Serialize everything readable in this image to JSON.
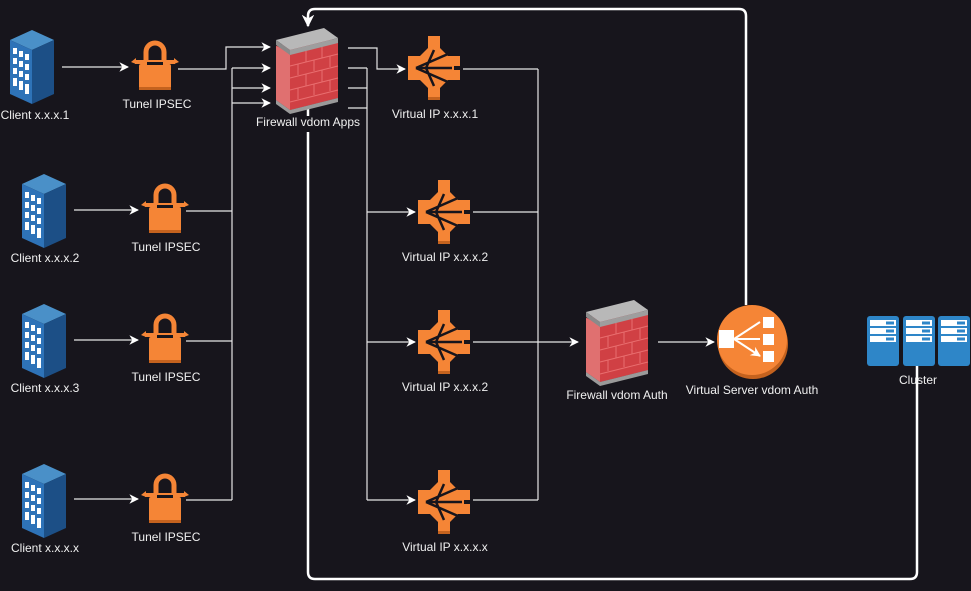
{
  "clients": [
    {
      "label": "Client x.x.x.1"
    },
    {
      "label": "Client x.x.x.2"
    },
    {
      "label": "Client x.x.x.3"
    },
    {
      "label": "Client x.x.x.x"
    }
  ],
  "tunnels": [
    {
      "label": "Tunel IPSEC"
    },
    {
      "label": "Tunel IPSEC"
    },
    {
      "label": "Tunel IPSEC"
    },
    {
      "label": "Tunel IPSEC"
    }
  ],
  "firewall_apps": {
    "label": "Firewall vdom Apps"
  },
  "virtual_ips": [
    {
      "label": "Virtual IP x.x.x.1"
    },
    {
      "label": "Virtual IP x.x.x.2"
    },
    {
      "label": "Virtual IP x.x.x.2"
    },
    {
      "label": "Virtual IP x.x.x.x"
    }
  ],
  "firewall_auth": {
    "label": "Firewall vdom Auth"
  },
  "virtual_server": {
    "label": "Virtual Server vdom Auth"
  },
  "cluster": {
    "label": "Cluster"
  },
  "colors": {
    "background": "#17151c",
    "orange": "#f58536",
    "blue": "#2e73b8",
    "brick": "#c9373a",
    "line": "#ffffff"
  }
}
